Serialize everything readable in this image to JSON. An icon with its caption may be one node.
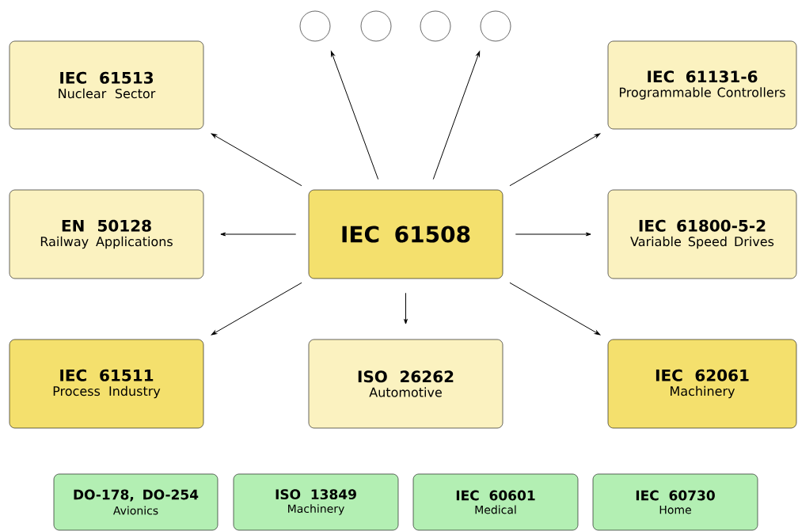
{
  "diagram": {
    "nodes": [
      {
        "text": [
          "IEC 61508"
        ]
      },
      {
        "text": [
          "IEC 61513",
          "Nuclear Sector"
        ]
      },
      {
        "text": [
          "IEC 61131-6",
          "Programmable Controllers"
        ]
      },
      {
        "text": [
          "EN 50128",
          "Railway Applications"
        ]
      },
      {
        "text": [
          "IEC 61800-5-2",
          "Variable Speed Drives"
        ]
      },
      {
        "text": [
          "IEC 61511",
          "Process Industry"
        ]
      },
      {
        "text": [
          "ISO 26262",
          "Automotive"
        ]
      },
      {
        "text": [
          "IEC 62061",
          "Machinery"
        ]
      },
      {
        "text": [],
        "shape": "circle"
      },
      {
        "text": [],
        "shape": "circle"
      },
      {
        "text": [],
        "shape": "circle"
      },
      {
        "text": [],
        "shape": "circle"
      },
      {
        "text": [
          "DO-178, DO-254",
          "Avionics"
        ]
      },
      {
        "text": [
          "ISO 13849",
          "Machinery"
        ]
      },
      {
        "text": [
          "IEC 60601",
          "Medical"
        ]
      },
      {
        "text": [
          "IEC 60730",
          "Home"
        ]
      }
    ],
    "edges": [
      {
        "from": 0,
        "to": 1,
        "arrow": "to"
      },
      {
        "from": 0,
        "to": 8,
        "arrow": "to"
      },
      {
        "from": 0,
        "to": 11,
        "arrow": "to"
      },
      {
        "from": 0,
        "to": 2,
        "arrow": "to"
      },
      {
        "from": 0,
        "to": 3,
        "arrow": "to"
      },
      {
        "from": 0,
        "to": 4,
        "arrow": "to"
      },
      {
        "from": 0,
        "to": 5,
        "arrow": "to"
      },
      {
        "from": 0,
        "to": 6,
        "arrow": "to"
      },
      {
        "from": 0,
        "to": 7,
        "arrow": "to"
      }
    ]
  }
}
